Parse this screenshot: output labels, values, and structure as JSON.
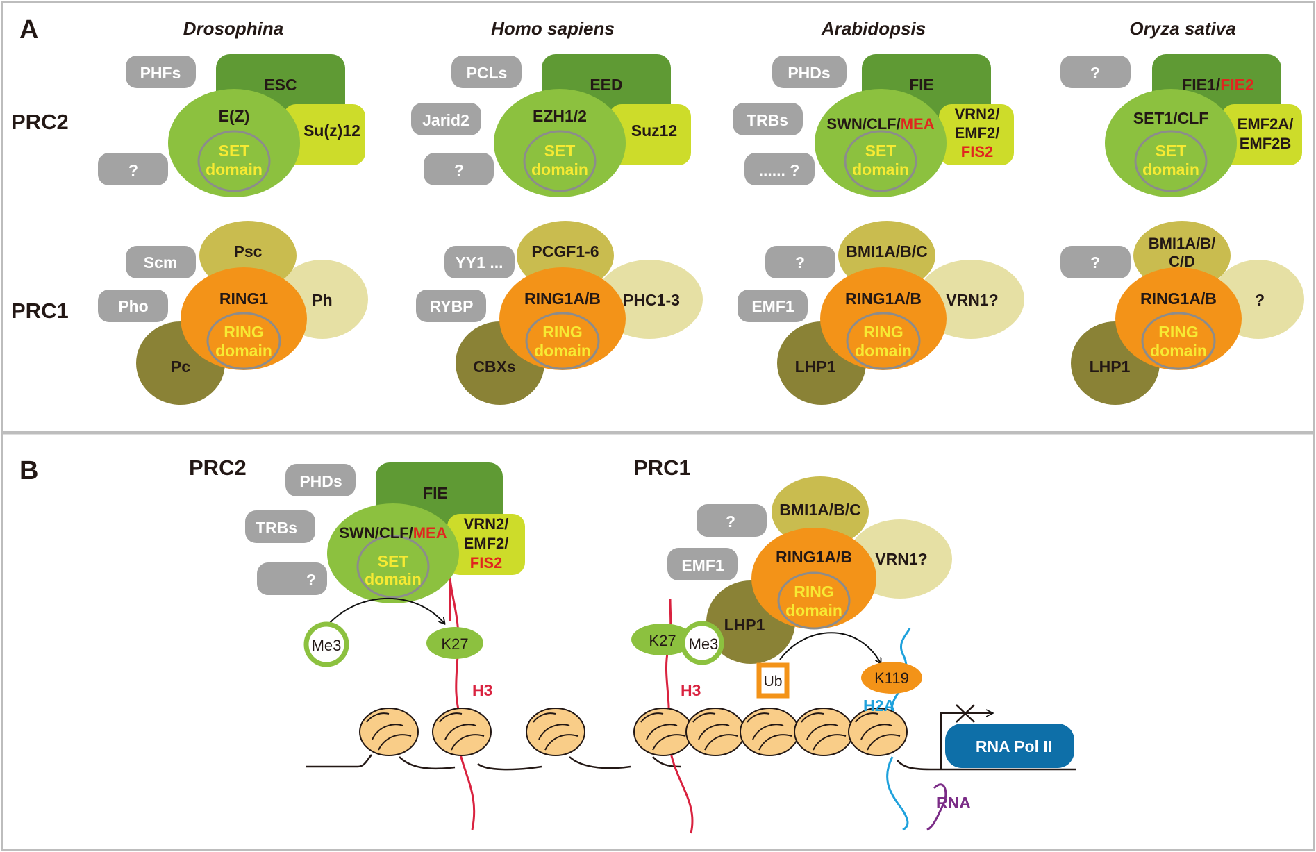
{
  "panel_a": {
    "letter": "A",
    "row_labels": {
      "prc2": "PRC2",
      "prc1": "PRC1"
    },
    "species": [
      {
        "name": "Drosophina",
        "prc2": {
          "top": "ESC",
          "core": [
            "E(Z)"
          ],
          "side": [
            "Su(z)12"
          ],
          "set1": "SET",
          "set2": "domain",
          "acc": [
            "PHFs",
            "?"
          ]
        },
        "prc1": {
          "top": "Psc",
          "core": "RING1",
          "side": "Ph",
          "low": "Pc",
          "ring1": "RING",
          "ring2": "domain",
          "acc": [
            "Scm",
            "Pho"
          ]
        }
      },
      {
        "name": "Homo sapiens",
        "prc2": {
          "top": "EED",
          "core": [
            "EZH1/2"
          ],
          "side": [
            "Suz12"
          ],
          "set1": "SET",
          "set2": "domain",
          "acc": [
            "PCLs",
            "Jarid2",
            "?"
          ]
        },
        "prc1": {
          "top": "PCGF1-6",
          "core": "RING1A/B",
          "side": "PHC1-3",
          "low": "CBXs",
          "ring1": "RING",
          "ring2": "domain",
          "acc": [
            "YY1 ...",
            "RYBP"
          ]
        }
      },
      {
        "name": "Arabidopsis",
        "prc2": {
          "top": "FIE",
          "core_a": "SWN/CLF/",
          "core_b": "MEA",
          "side": [
            "VRN2/",
            "EMF2/",
            "FIS2"
          ],
          "set1": "SET",
          "set2": "domain",
          "acc": [
            "PHDs",
            "TRBs",
            "...... ?"
          ]
        },
        "prc1": {
          "top": "BMI1A/B/C",
          "core": "RING1A/B",
          "side": "VRN1?",
          "low": "LHP1",
          "ring1": "RING",
          "ring2": "domain",
          "acc": [
            "?",
            "EMF1"
          ]
        }
      },
      {
        "name": "Oryza sativa",
        "prc2": {
          "top_a": "FIE1/",
          "top_b": "FIE2",
          "core": [
            "SET1/CLF"
          ],
          "side": [
            "EMF2A/",
            "EMF2B"
          ],
          "set1": "SET",
          "set2": "domain",
          "acc": [
            "?"
          ]
        },
        "prc1": {
          "top": [
            "BMI1A/B/",
            "C/D"
          ],
          "core": "RING1A/B",
          "side": "?",
          "low": "LHP1",
          "ring1": "RING",
          "ring2": "domain",
          "acc": [
            "?"
          ]
        }
      }
    ]
  },
  "panel_b": {
    "letter": "B",
    "prc2": {
      "title": "PRC2",
      "top": "FIE",
      "core_a": "SWN/CLF/",
      "core_b": "MEA",
      "side": [
        "VRN2/",
        "EMF2/",
        "FIS2"
      ],
      "set1": "SET",
      "set2": "domain",
      "acc": [
        "PHDs",
        "TRBs",
        "?"
      ]
    },
    "prc1": {
      "title": "PRC1",
      "top": "BMI1A/B/C",
      "core": "RING1A/B",
      "side": "VRN1?",
      "low": "LHP1",
      "ring1": "RING",
      "ring2": "domain",
      "acc": [
        "?",
        "EMF1"
      ]
    },
    "marks": {
      "me3": "Me3",
      "k27": "K27",
      "ub": "Ub",
      "k119": "K119"
    },
    "histones": {
      "h3": "H3",
      "h2a": "H2A"
    },
    "pol": "RNA Pol II",
    "rna": "RNA"
  },
  "colors": {
    "esc_green": "#5f9a34",
    "set_green": "#8cc13f",
    "su12_yellow": "#cddc2a",
    "ring_orange": "#f39318",
    "psc_olive": "#c9bc4f",
    "ph_cream": "#e6e0a4",
    "pc_olive": "#8a8236",
    "grey_pill": "#a3a3a3",
    "domain_yellow": "#f7ea33",
    "red": "#e0261f",
    "h3_red": "#d9223f",
    "h2a_blue": "#1ea1dc",
    "rna_purple": "#7b2c87",
    "pol_blue": "#0e6fa8",
    "nuc_fill": "#f9cd88"
  }
}
